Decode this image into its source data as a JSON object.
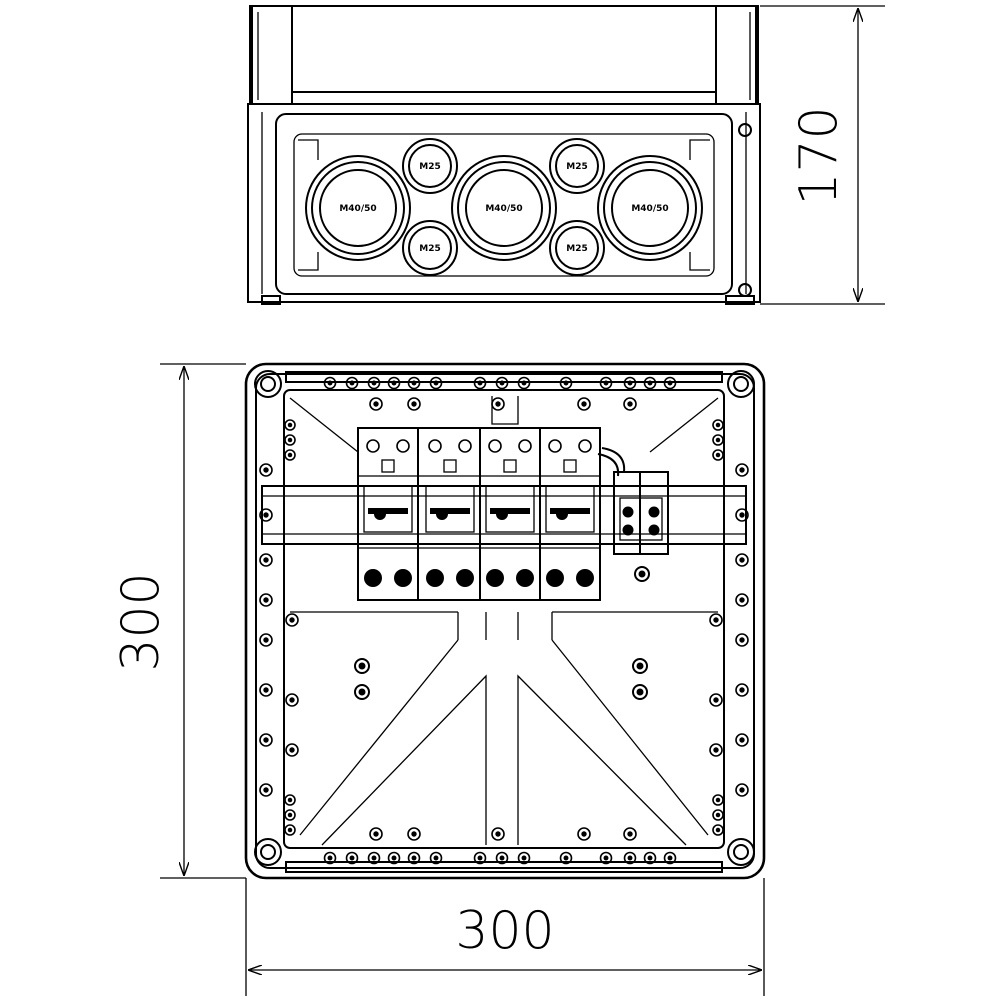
{
  "dimensions": {
    "height_front": "170",
    "height_top": "300",
    "width_top": "300"
  },
  "glands": [
    {
      "id": "large-left",
      "label": "M40/50"
    },
    {
      "id": "large-center",
      "label": "M40/50"
    },
    {
      "id": "large-right",
      "label": "M40/50"
    },
    {
      "id": "small-top-left",
      "label": "M25"
    },
    {
      "id": "small-bottom-left",
      "label": "M25"
    },
    {
      "id": "small-top-right",
      "label": "M25"
    },
    {
      "id": "small-bottom-right",
      "label": "M25"
    }
  ]
}
